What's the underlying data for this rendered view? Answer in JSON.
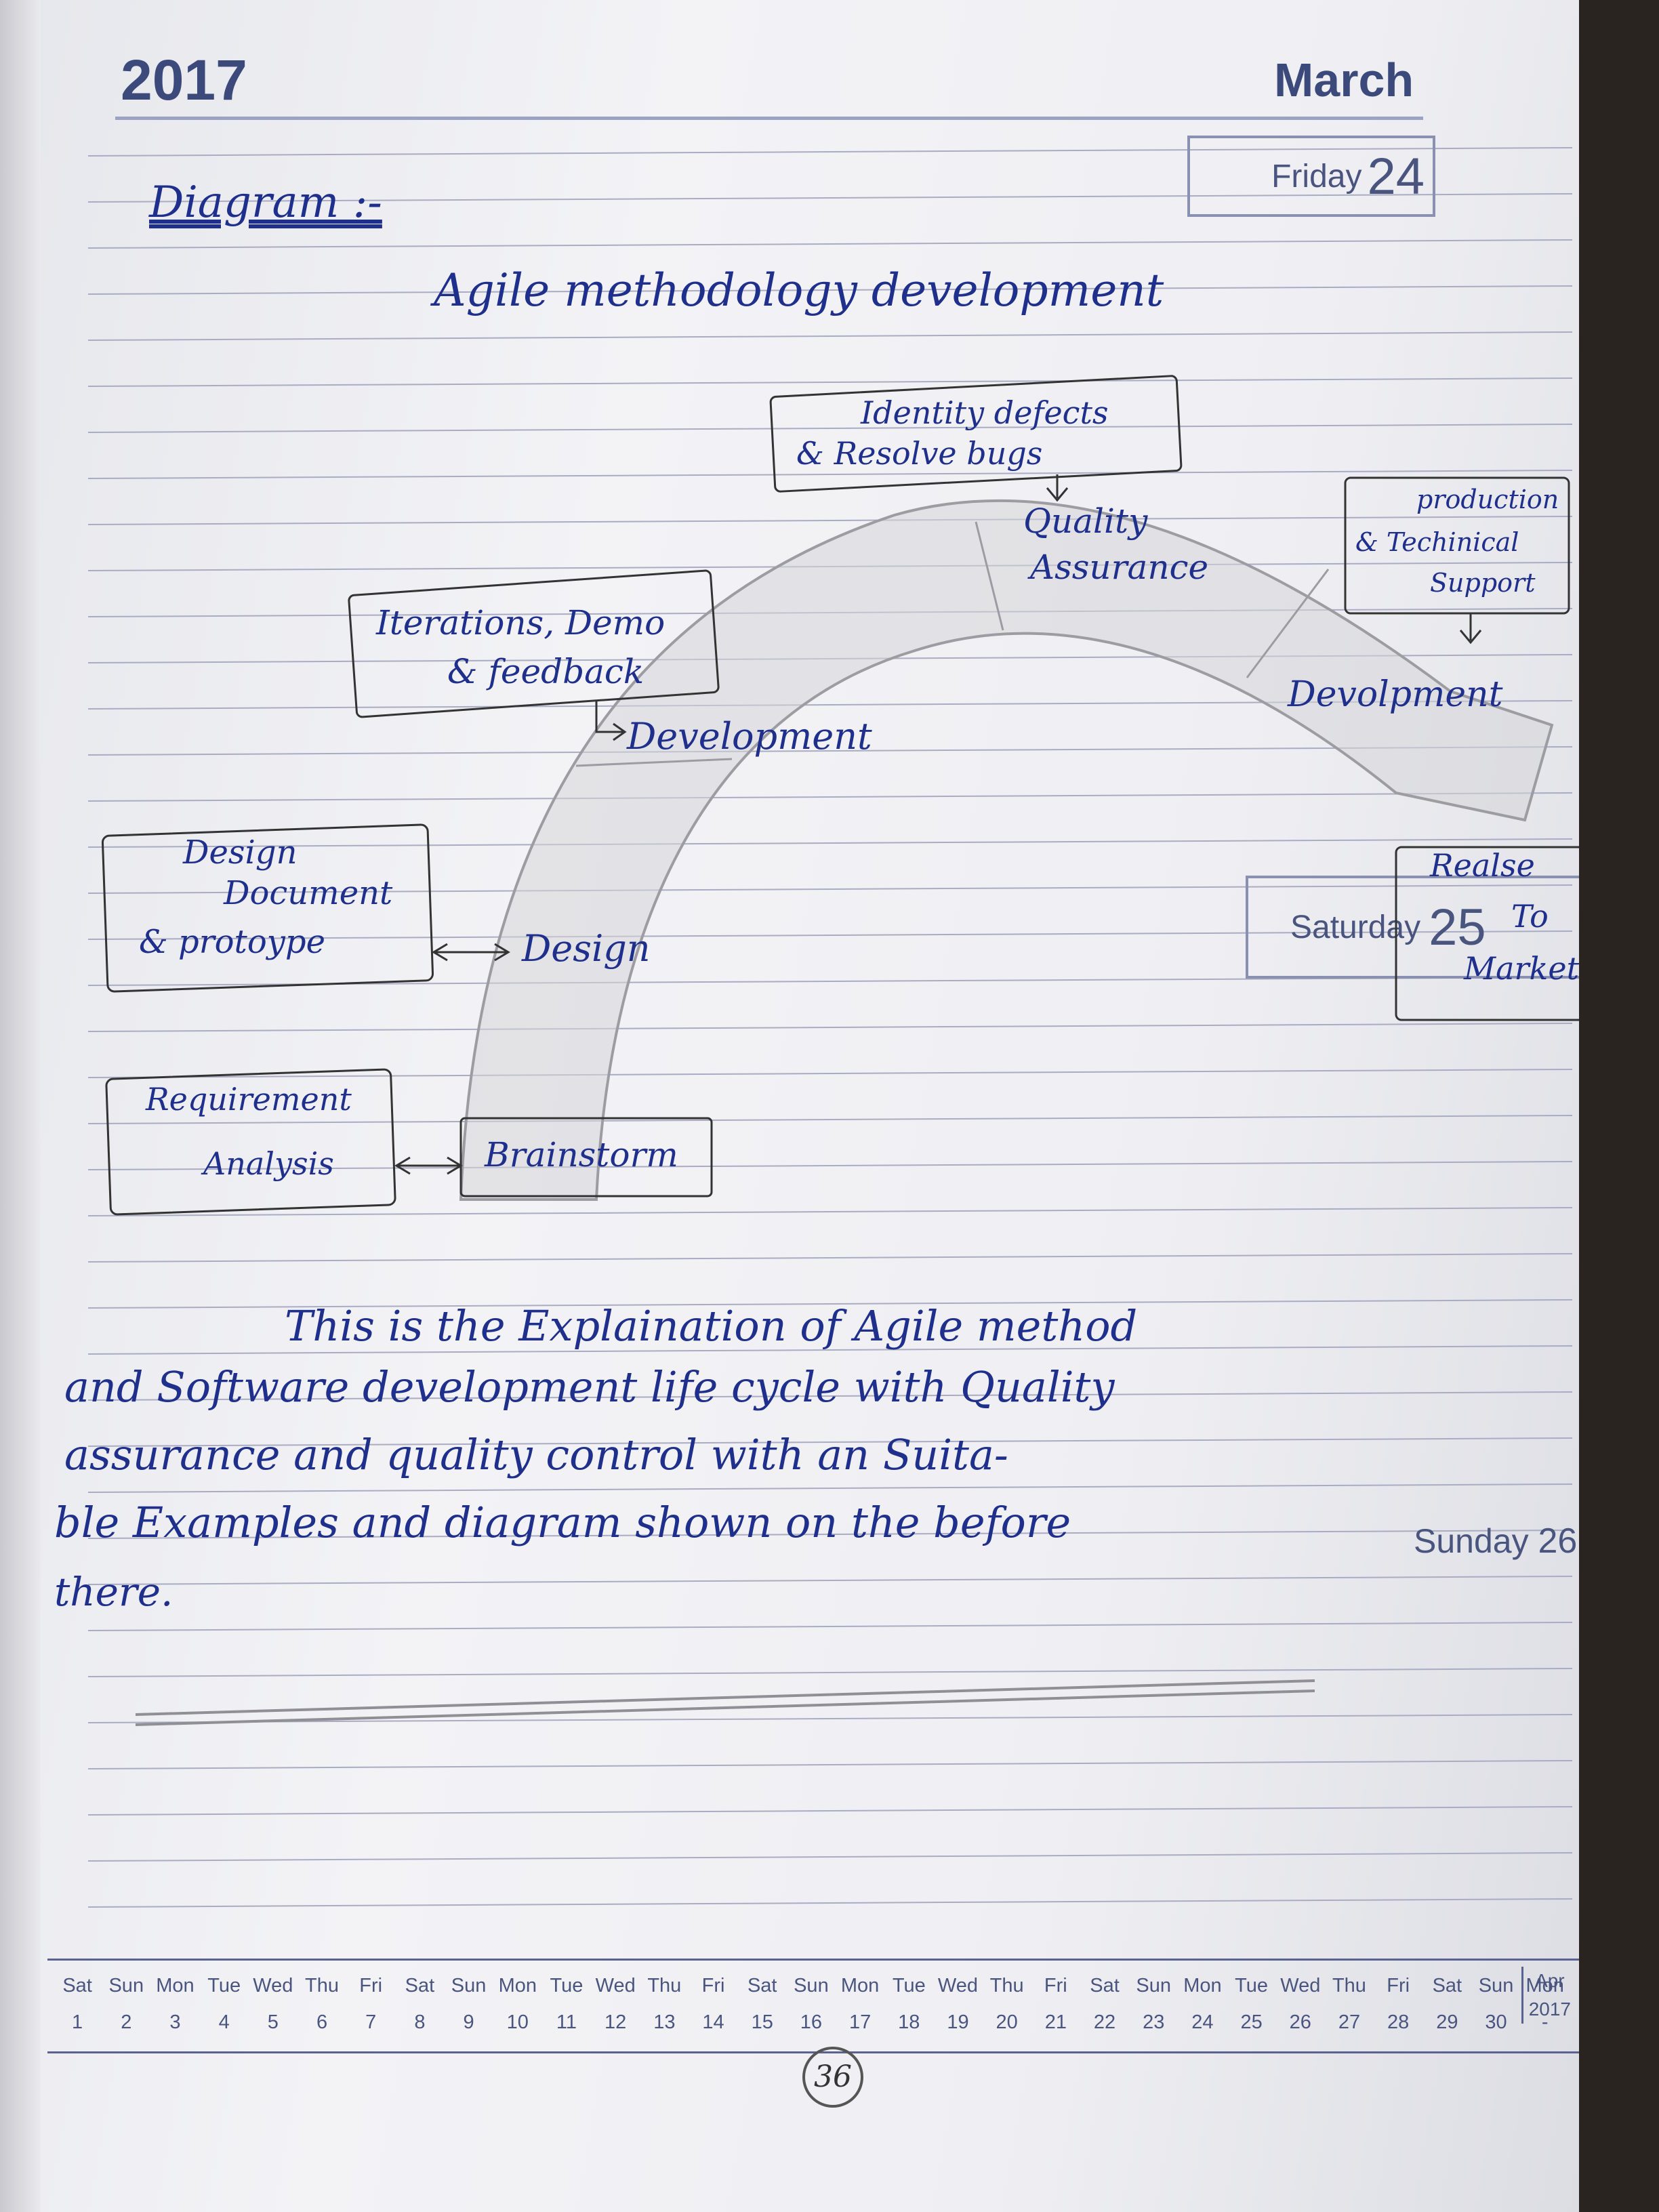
{
  "header": {
    "year": "2017",
    "month": "March"
  },
  "dates": {
    "friday": {
      "day": "Friday",
      "num": "24"
    },
    "saturday": {
      "day": "Saturday",
      "num": "25"
    },
    "sunday": {
      "day": "Sunday",
      "num": "26"
    }
  },
  "notes": {
    "heading": "Diagram :-",
    "title": "Agile methodology development",
    "boxes": {
      "identify": [
        "Identity defects",
        "& Resolve bugs"
      ],
      "production": [
        "production",
        "& Techinical",
        "Support"
      ],
      "iterations": [
        "Iterations, Demo",
        "& feedback"
      ],
      "design_doc": [
        "Design",
        "Document",
        "& protoype"
      ],
      "requirement": [
        "Requirement",
        "Analysis"
      ],
      "release": [
        "Realse",
        "To",
        "Market"
      ]
    },
    "stages": {
      "quality": [
        "Quality",
        "Assurance"
      ],
      "development_right": "Devolpment",
      "development": "Development",
      "design": "Design",
      "brainstorm": "Brainstorm"
    },
    "paragraph": [
      "This is the Explaination of Agile method",
      "and Software development life cycle with Quality",
      "assurance and quality control with an Suita-",
      "ble Examples and diagram shown on the before",
      "there."
    ]
  },
  "calendar": {
    "days": [
      "Sat",
      "Sun",
      "Mon",
      "Tue",
      "Wed",
      "Thu",
      "Fri",
      "Sat",
      "Sun",
      "Mon",
      "Tue",
      "Wed",
      "Thu",
      "Fri",
      "Sat",
      "Sun",
      "Mon",
      "Tue",
      "Wed",
      "Thu",
      "Fri",
      "Sat",
      "Sun",
      "Mon",
      "Tue",
      "Wed",
      "Thu",
      "Fri",
      "Sat",
      "Sun",
      "Mon"
    ],
    "nums": [
      "1",
      "2",
      "3",
      "4",
      "5",
      "6",
      "7",
      "8",
      "9",
      "10",
      "11",
      "12",
      "13",
      "14",
      "15",
      "16",
      "17",
      "18",
      "19",
      "20",
      "21",
      "22",
      "23",
      "24",
      "25",
      "26",
      "27",
      "28",
      "29",
      "30",
      "-"
    ],
    "next_month": "Apr",
    "next_year": "2017"
  },
  "page_number": "36"
}
